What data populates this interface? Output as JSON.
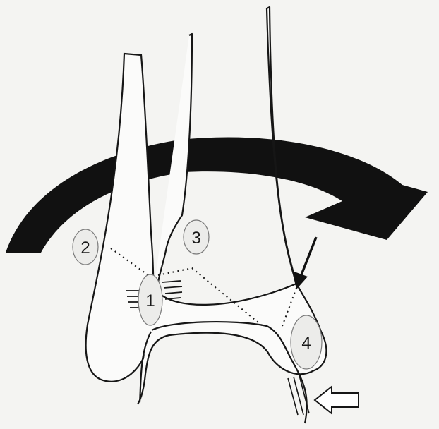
{
  "diagram": {
    "labels": [
      "1",
      "2",
      "3",
      "4"
    ],
    "colors": {
      "background": "#f4f4f2",
      "bone_fill": "#fbfbfa",
      "stroke": "#161616",
      "arrow": "#111111",
      "label_ellipse": "#ececea"
    },
    "elements": {
      "rotation_arrow": "curved-rotation-arrow",
      "pressure_arrow": "hollow-pressure-arrow",
      "pointer_arrow": "solid-pointer-arrow",
      "fracture_lines": "dotted-fracture-lines",
      "ligament_hatching": "ligament-hatching"
    }
  }
}
